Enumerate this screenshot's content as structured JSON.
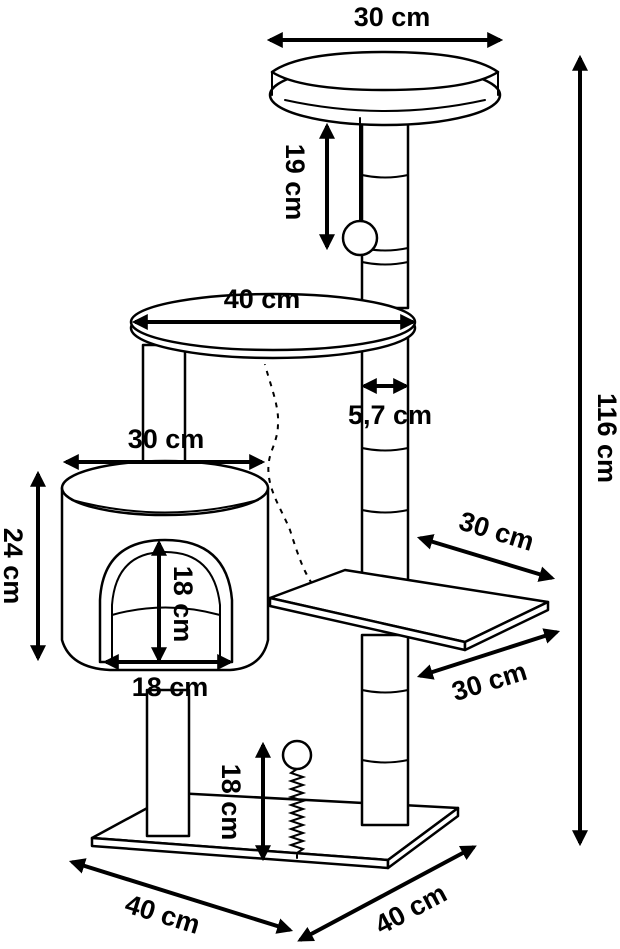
{
  "diagram": {
    "colors": {
      "line": "#000000",
      "fill": "#ffffff"
    },
    "dimensions": {
      "top_perch_width": "30 cm",
      "top_perch_height": "19 cm",
      "total_height": "116 cm",
      "middle_platform_diameter": "40 cm",
      "post_diameter": "5,7 cm",
      "house_width": "30 cm",
      "house_height": "24 cm",
      "house_entrance_height": "18 cm",
      "house_entrance_width": "18 cm",
      "shelf_depth": "30 cm",
      "shelf_width": "30 cm",
      "spring_toy_height": "18 cm",
      "base_width": "40 cm",
      "base_depth": "40 cm"
    }
  }
}
